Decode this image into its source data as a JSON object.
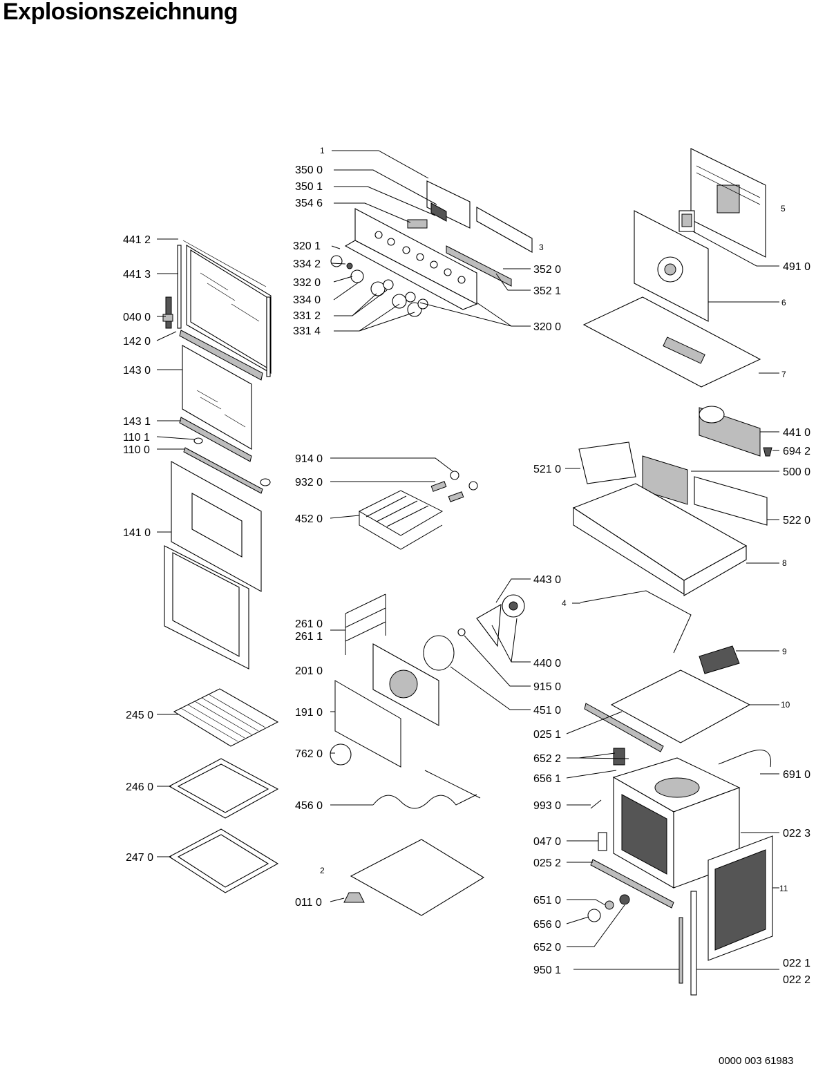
{
  "title": "Explosionszeichnung",
  "document_number": "0000 003 61983",
  "part_labels": {
    "p1": "1",
    "p3": "3",
    "p2": "2",
    "p4": "4",
    "p5": "5",
    "p6": "6",
    "p7": "7",
    "p8": "8",
    "p9": "9",
    "p10": "10",
    "p11": "11",
    "p3500": "350 0",
    "p3501": "350 1",
    "p3546": "354 6",
    "p4412": "441 2",
    "p4413": "441 3",
    "p3201": "320 1",
    "p3342": "334 2",
    "p3320": "332 0",
    "p3340": "334 0",
    "p3312": "331 2",
    "p3314": "331 4",
    "p3520": "352 0",
    "p3521": "352 1",
    "p3200": "320 0",
    "p0400": "040 0",
    "p1420": "142 0",
    "p1430": "143 0",
    "p1431": "143 1",
    "p1101": "110 1",
    "p1100": "110 0",
    "p1410": "141 0",
    "p4910": "491 0",
    "p4410": "441 0",
    "p6942": "694 2",
    "p5210": "521 0",
    "p5000": "500 0",
    "p5220": "522 0",
    "p9140": "914 0",
    "p9320": "932 0",
    "p4520": "452 0",
    "p4430": "443 0",
    "p4400": "440 0",
    "p9150": "915 0",
    "p4510": "451 0",
    "p2610": "261 0",
    "p2611": "261 1",
    "p2010": "201 0",
    "p1910": "191 0",
    "p7620": "762 0",
    "p4560": "456 0",
    "p0110": "011 0",
    "p2450": "245 0",
    "p2460": "246 0",
    "p2470": "247 0",
    "p0251": "025 1",
    "p6522": "652 2",
    "p6561": "656 1",
    "p6910": "691 0",
    "p9930": "993 0",
    "p0470": "047 0",
    "p0252": "025 2",
    "p0223": "022 3",
    "p6510": "651 0",
    "p6560": "656 0",
    "p6520": "652 0",
    "p9501": "950 1",
    "p0221": "022 1",
    "p0222": "022 2"
  }
}
